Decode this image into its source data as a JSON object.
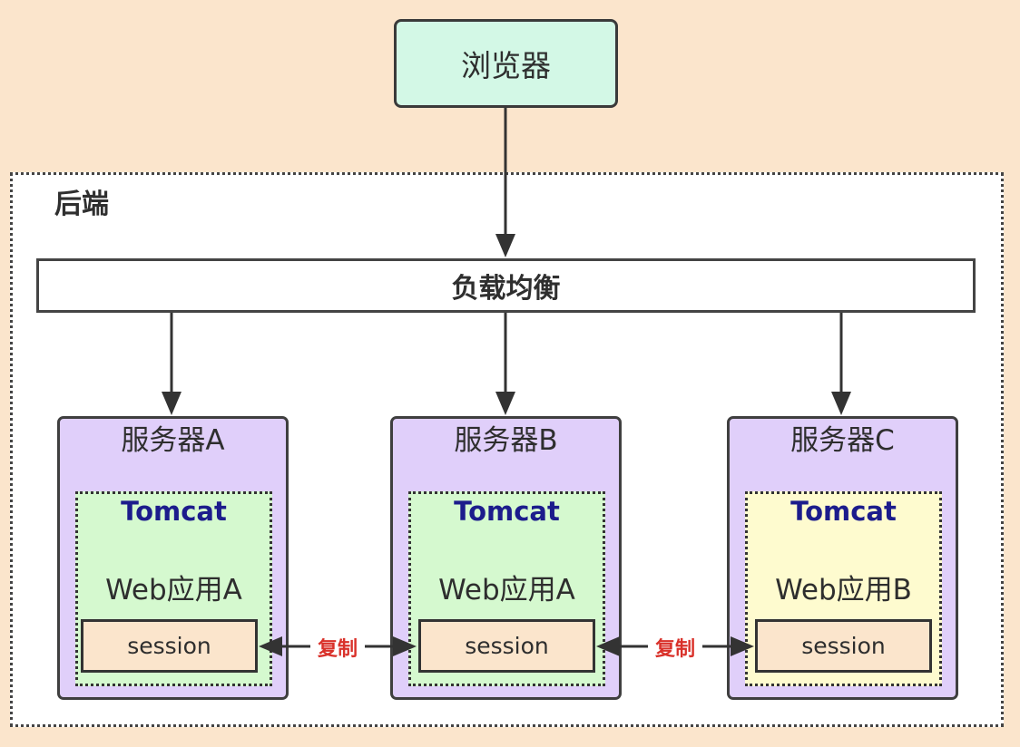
{
  "browser": {
    "label": "浏览器"
  },
  "backend": {
    "label": "后端"
  },
  "load_balancer": {
    "label": "负载均衡"
  },
  "servers": [
    {
      "title": "服务器A",
      "container": "Tomcat",
      "app": "Web应用A",
      "session": "session"
    },
    {
      "title": "服务器B",
      "container": "Tomcat",
      "app": "Web应用A",
      "session": "session"
    },
    {
      "title": "服务器C",
      "container": "Tomcat",
      "app": "Web应用B",
      "session": "session"
    }
  ],
  "replication": [
    {
      "label": "复制"
    },
    {
      "label": "复制"
    }
  ],
  "colors": {
    "page_background": "#fbe5cc",
    "browser_fill": "#d3f8e6",
    "server_fill": "#e0cffa",
    "tomcat_fill_green": "#d5f9cf",
    "tomcat_fill_yellow": "#fefbcf",
    "tomcat_text": "#1c1c8c",
    "replication_text": "#d9312a",
    "stroke": "#3a3a3a"
  }
}
